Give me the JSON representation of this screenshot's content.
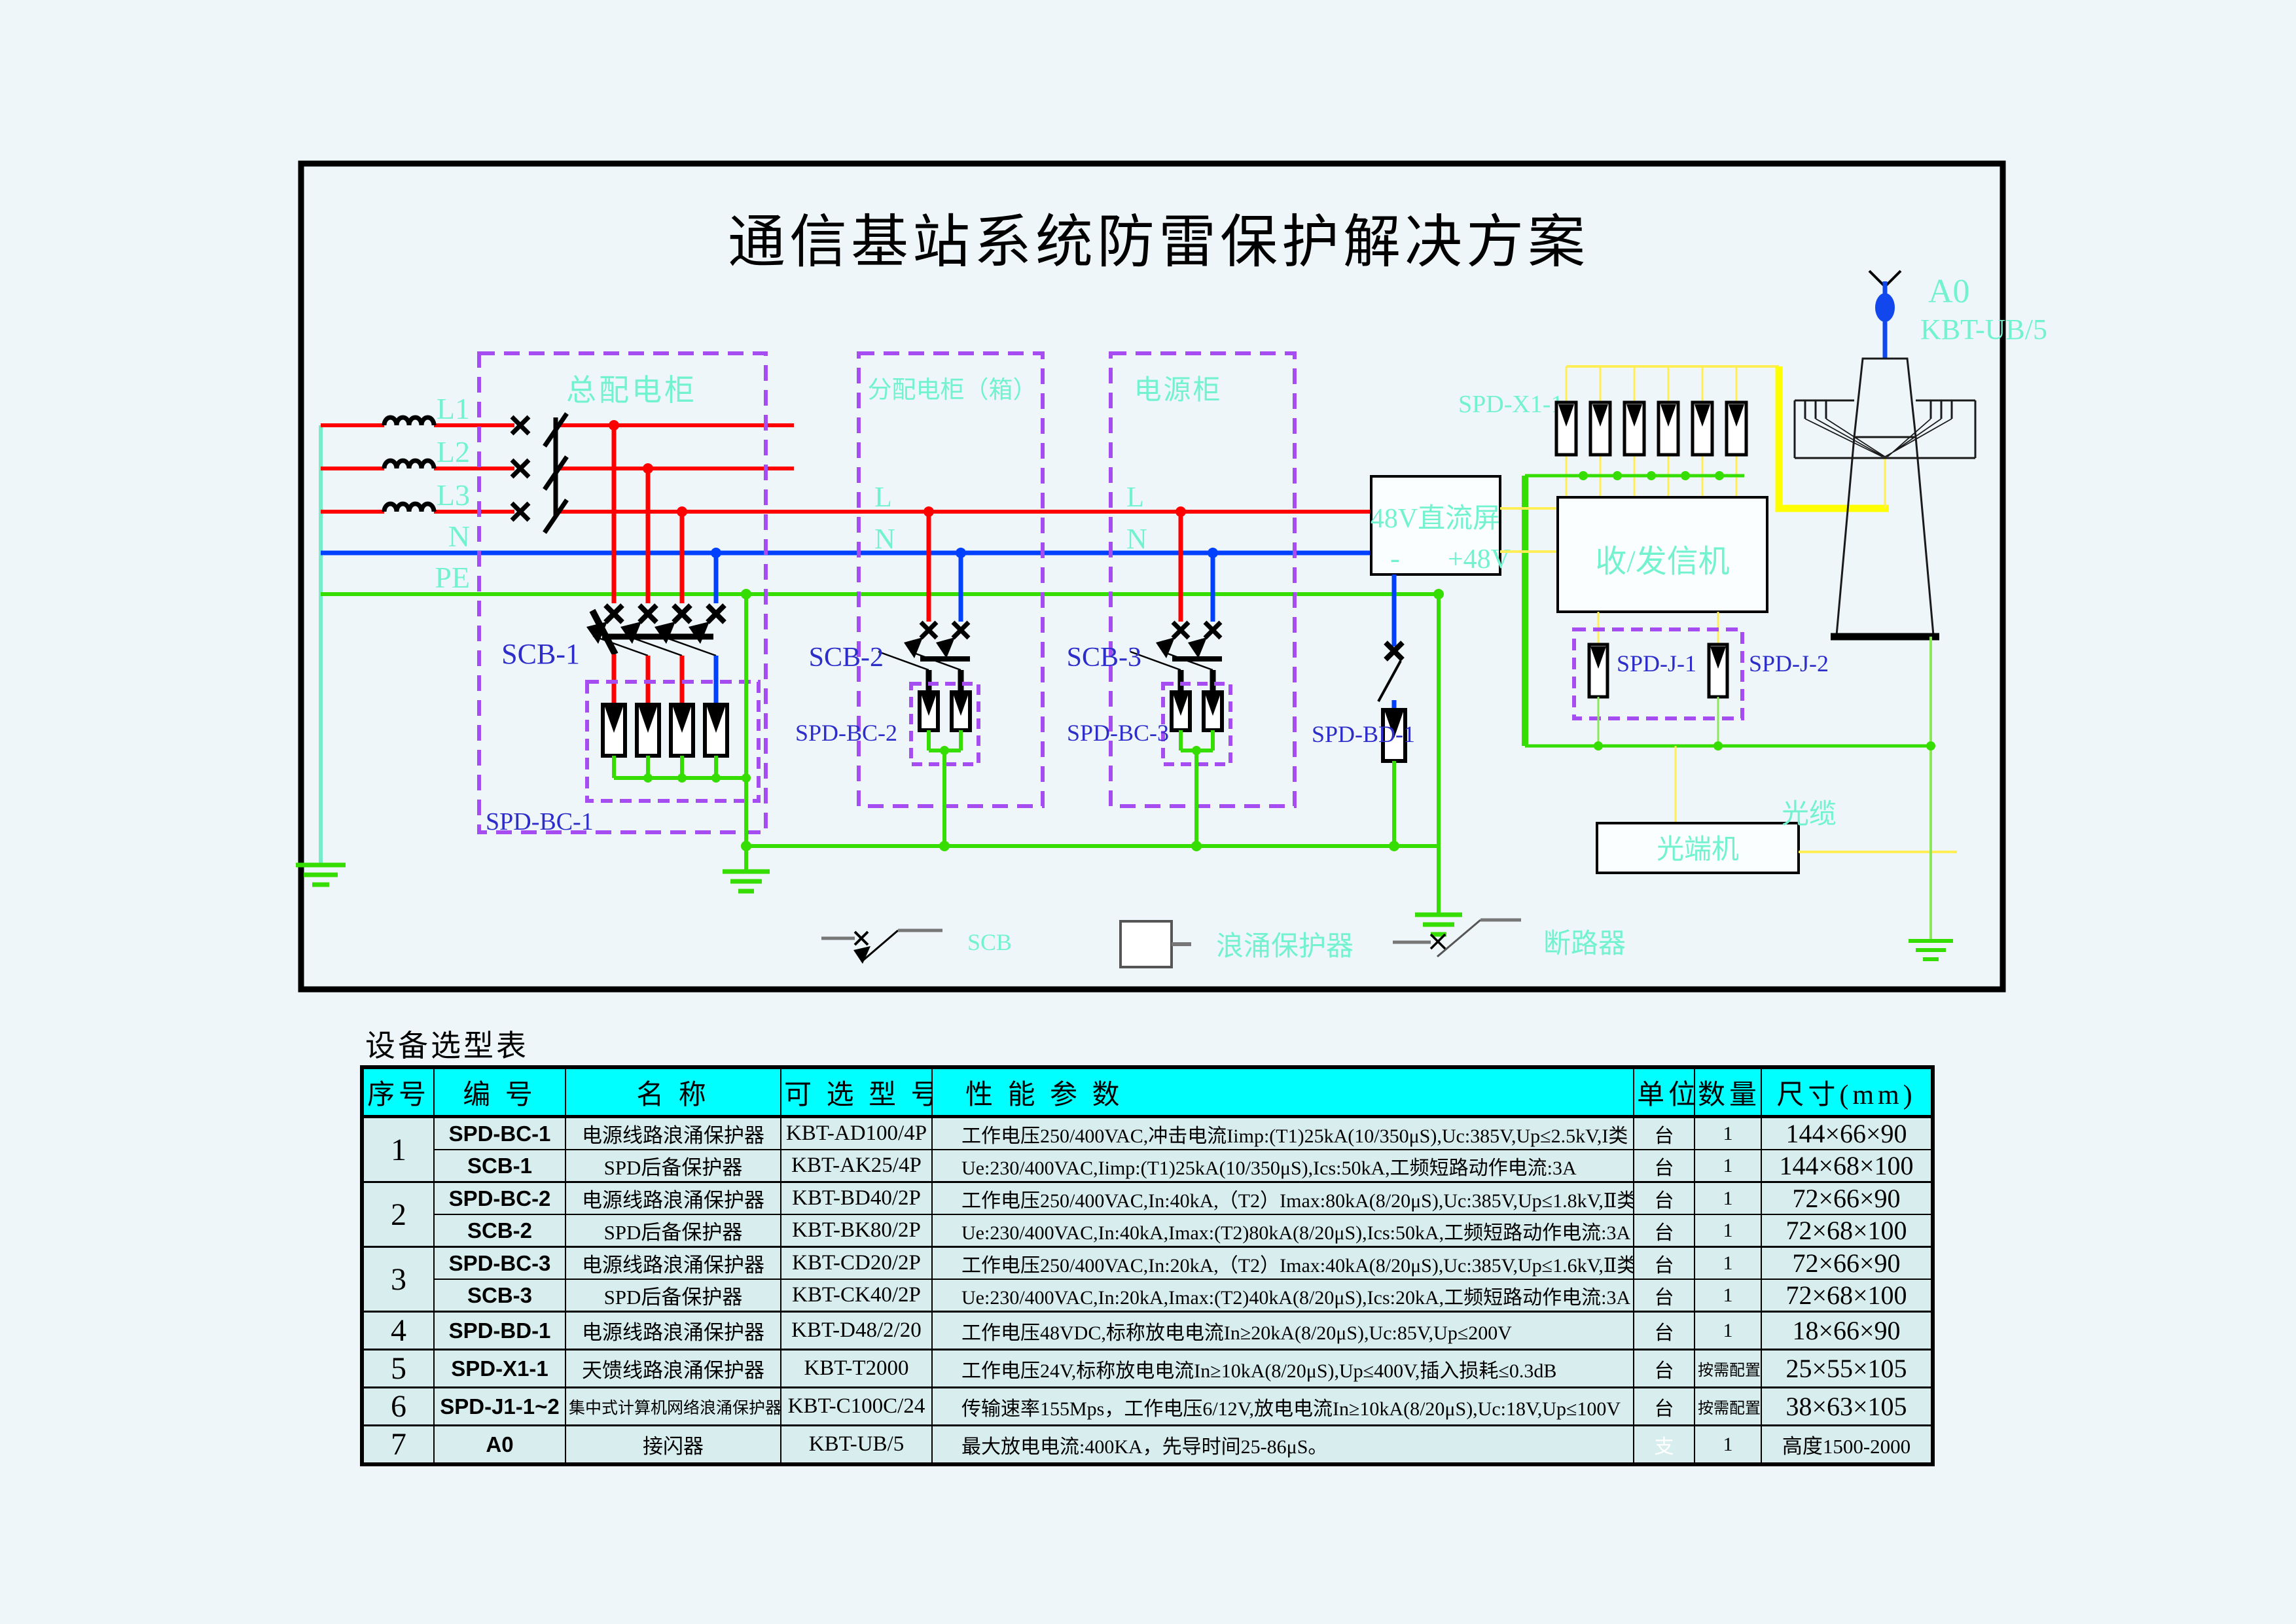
{
  "title": "通信基站系统防雷保护解决方案",
  "colors": {
    "page_bg": "#eef6f9",
    "phase_red": "#ff0000",
    "neutral_blue": "#0040ff",
    "earth_green": "#35dd00",
    "teal_wire": "#76ecc8",
    "cyan_label": "#72f2cf",
    "blue_label": "#2d2dca",
    "purple_dash": "#a64df2",
    "yellow_wire": "#ffff00",
    "table_header_bg": "#00ffff",
    "table_row_bg": "#d8edee"
  },
  "diagram": {
    "bus_labels": {
      "l1": "L1",
      "l2": "L2",
      "l3": "L3",
      "n": "N",
      "pe": "PE"
    },
    "cabinets": {
      "main": "总配电柜",
      "dist": "分配电柜（箱）",
      "power": "电源柜"
    },
    "sub_bus": {
      "l": "L",
      "n": "N"
    },
    "device_labels": {
      "scb1": "SCB-1",
      "scb2": "SCB-2",
      "scb3": "SCB-3",
      "spd_bc1": "SPD-BC-1",
      "spd_bc2": "SPD-BC-2",
      "spd_bc3": "SPD-BC-3",
      "spd_bd1": "SPD-BD-1",
      "spd_x11": "SPD-X1-1",
      "spd_j1": "SPD-J-1",
      "spd_j2": "SPD-J-2"
    },
    "dc_panel": {
      "name": "48V直流屏",
      "minus": "-",
      "plus": "+48V"
    },
    "transceiver": "收/发信机",
    "optical_terminal": "光端机",
    "optical_cable": "光缆",
    "antenna": {
      "code": "A0",
      "model": "KBT-UB/5"
    },
    "legend": {
      "scb": "SCB",
      "spd": "浪涌保护器",
      "breaker": "断路器"
    }
  },
  "table": {
    "caption": "设备选型表",
    "headers": [
      "序号",
      "编  号",
      "名   称",
      "可 选 型 号",
      "性 能 参 数",
      "单位",
      "数量",
      "尺寸(mm)"
    ],
    "rows": [
      {
        "no": "1",
        "code": "SPD-BC-1",
        "name": "电源线路浪涌保护器",
        "model": "KBT-AD100/4P",
        "params": "工作电压250/400VAC,冲击电流Iimp:(T1)25kA(10/350μS),Uc:385V,Up≤2.5kV,I类",
        "unit": "台",
        "qty": "1",
        "size": "144×66×90"
      },
      {
        "no": "",
        "code": "SCB-1",
        "name": "SPD后备保护器",
        "model": "KBT-AK25/4P",
        "params": "Ue:230/400VAC,Iimp:(T1)25kA(10/350μS),Ics:50kA,工频短路动作电流:3A",
        "unit": "台",
        "qty": "1",
        "size": "144×68×100"
      },
      {
        "no": "2",
        "code": "SPD-BC-2",
        "name": "电源线路浪涌保护器",
        "model": "KBT-BD40/2P",
        "params": "工作电压250/400VAC,In:40kA,（T2）Imax:80kA(8/20μS),Uc:385V,Up≤1.8kV,Ⅱ类",
        "unit": "台",
        "qty": "1",
        "size": "72×66×90"
      },
      {
        "no": "",
        "code": "SCB-2",
        "name": "SPD后备保护器",
        "model": "KBT-BK80/2P",
        "params": "Ue:230/400VAC,In:40kA,Imax:(T2)80kA(8/20μS),Ics:50kA,工频短路动作电流:3A",
        "unit": "台",
        "qty": "1",
        "size": "72×68×100"
      },
      {
        "no": "3",
        "code": "SPD-BC-3",
        "name": "电源线路浪涌保护器",
        "model": "KBT-CD20/2P",
        "params": "工作电压250/400VAC,In:20kA,（T2）Imax:40kA(8/20μS),Uc:385V,Up≤1.6kV,Ⅱ类",
        "unit": "台",
        "qty": "1",
        "size": "72×66×90"
      },
      {
        "no": "",
        "code": "SCB-3",
        "name": "SPD后备保护器",
        "model": "KBT-CK40/2P",
        "params": "Ue:230/400VAC,In:20kA,Imax:(T2)40kA(8/20μS),Ics:20kA,工频短路动作电流:3A",
        "unit": "台",
        "qty": "1",
        "size": "72×68×100"
      },
      {
        "no": "4",
        "code": "SPD-BD-1",
        "name": "电源线路浪涌保护器",
        "model": "KBT-D48/2/20",
        "params": "工作电压48VDC,标称放电电流In≥20kA(8/20μS),Uc:85V,Up≤200V",
        "unit": "台",
        "qty": "1",
        "size": "18×66×90"
      },
      {
        "no": "5",
        "code": "SPD-X1-1",
        "name": "天馈线路浪涌保护器",
        "model": "KBT-T2000",
        "params": "工作电压24V,标称放电电流In≥10kA(8/20μS),Up≤400V,插入损耗≤0.3dB",
        "unit": "台",
        "qty": "按需配置",
        "size": "25×55×105"
      },
      {
        "no": "6",
        "code": "SPD-J1-1~2",
        "name": "集中式计算机网络浪涌保护器",
        "model": "KBT-C100C/24",
        "params": "传输速率155Mps，工作电压6/12V,放电电流In≥10kA(8/20μS),Uc:18V,Up≤100V",
        "unit": "台",
        "qty": "按需配置",
        "size": "38×63×105"
      },
      {
        "no": "7",
        "code": "A0",
        "name": "接闪器",
        "model": "KBT-UB/5",
        "params": "最大放电电流:400KA，先导时间25-86μS。",
        "unit": "支",
        "qty": "1",
        "size": "高度1500-2000"
      }
    ]
  }
}
